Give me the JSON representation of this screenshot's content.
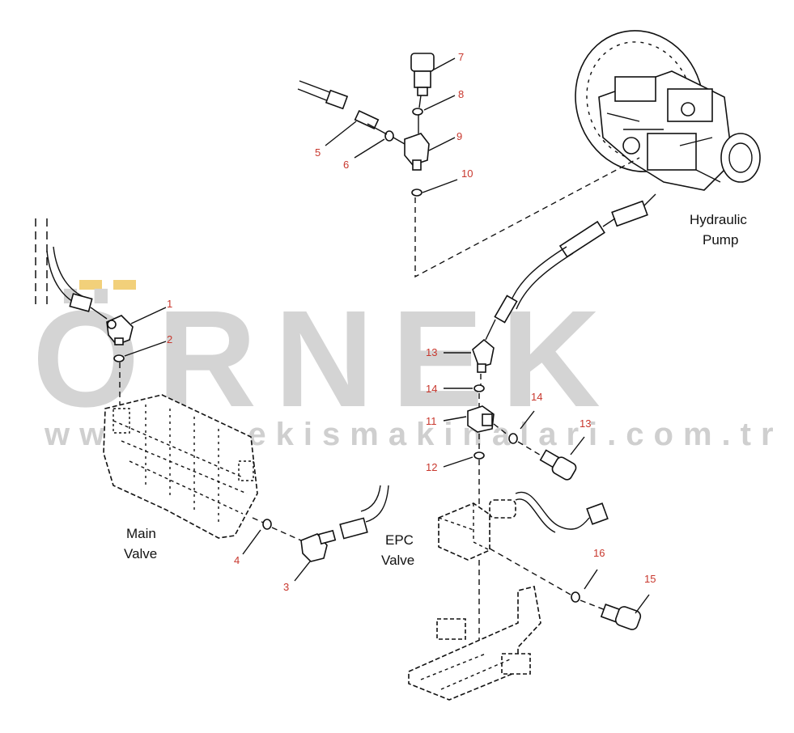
{
  "watermark": {
    "brand": "ÖRNEK",
    "url": "www.ornekismakinalari.com.tr",
    "accent_color": "#f2d07a"
  },
  "assemblies": {
    "main_valve": [
      "Main",
      "Valve"
    ],
    "epc_valve": [
      "EPC",
      "Valve"
    ],
    "hydraulic_pump": [
      "Hydraulic",
      "Pump"
    ]
  },
  "callouts": [
    "1",
    "2",
    "3",
    "4",
    "5",
    "6",
    "7",
    "8",
    "9",
    "10",
    "11",
    "12",
    "13",
    "13",
    "14",
    "14",
    "15",
    "16"
  ],
  "colors": {
    "callout": "#c8372d",
    "ink": "#111111",
    "watermark": "#d4d4d4"
  }
}
